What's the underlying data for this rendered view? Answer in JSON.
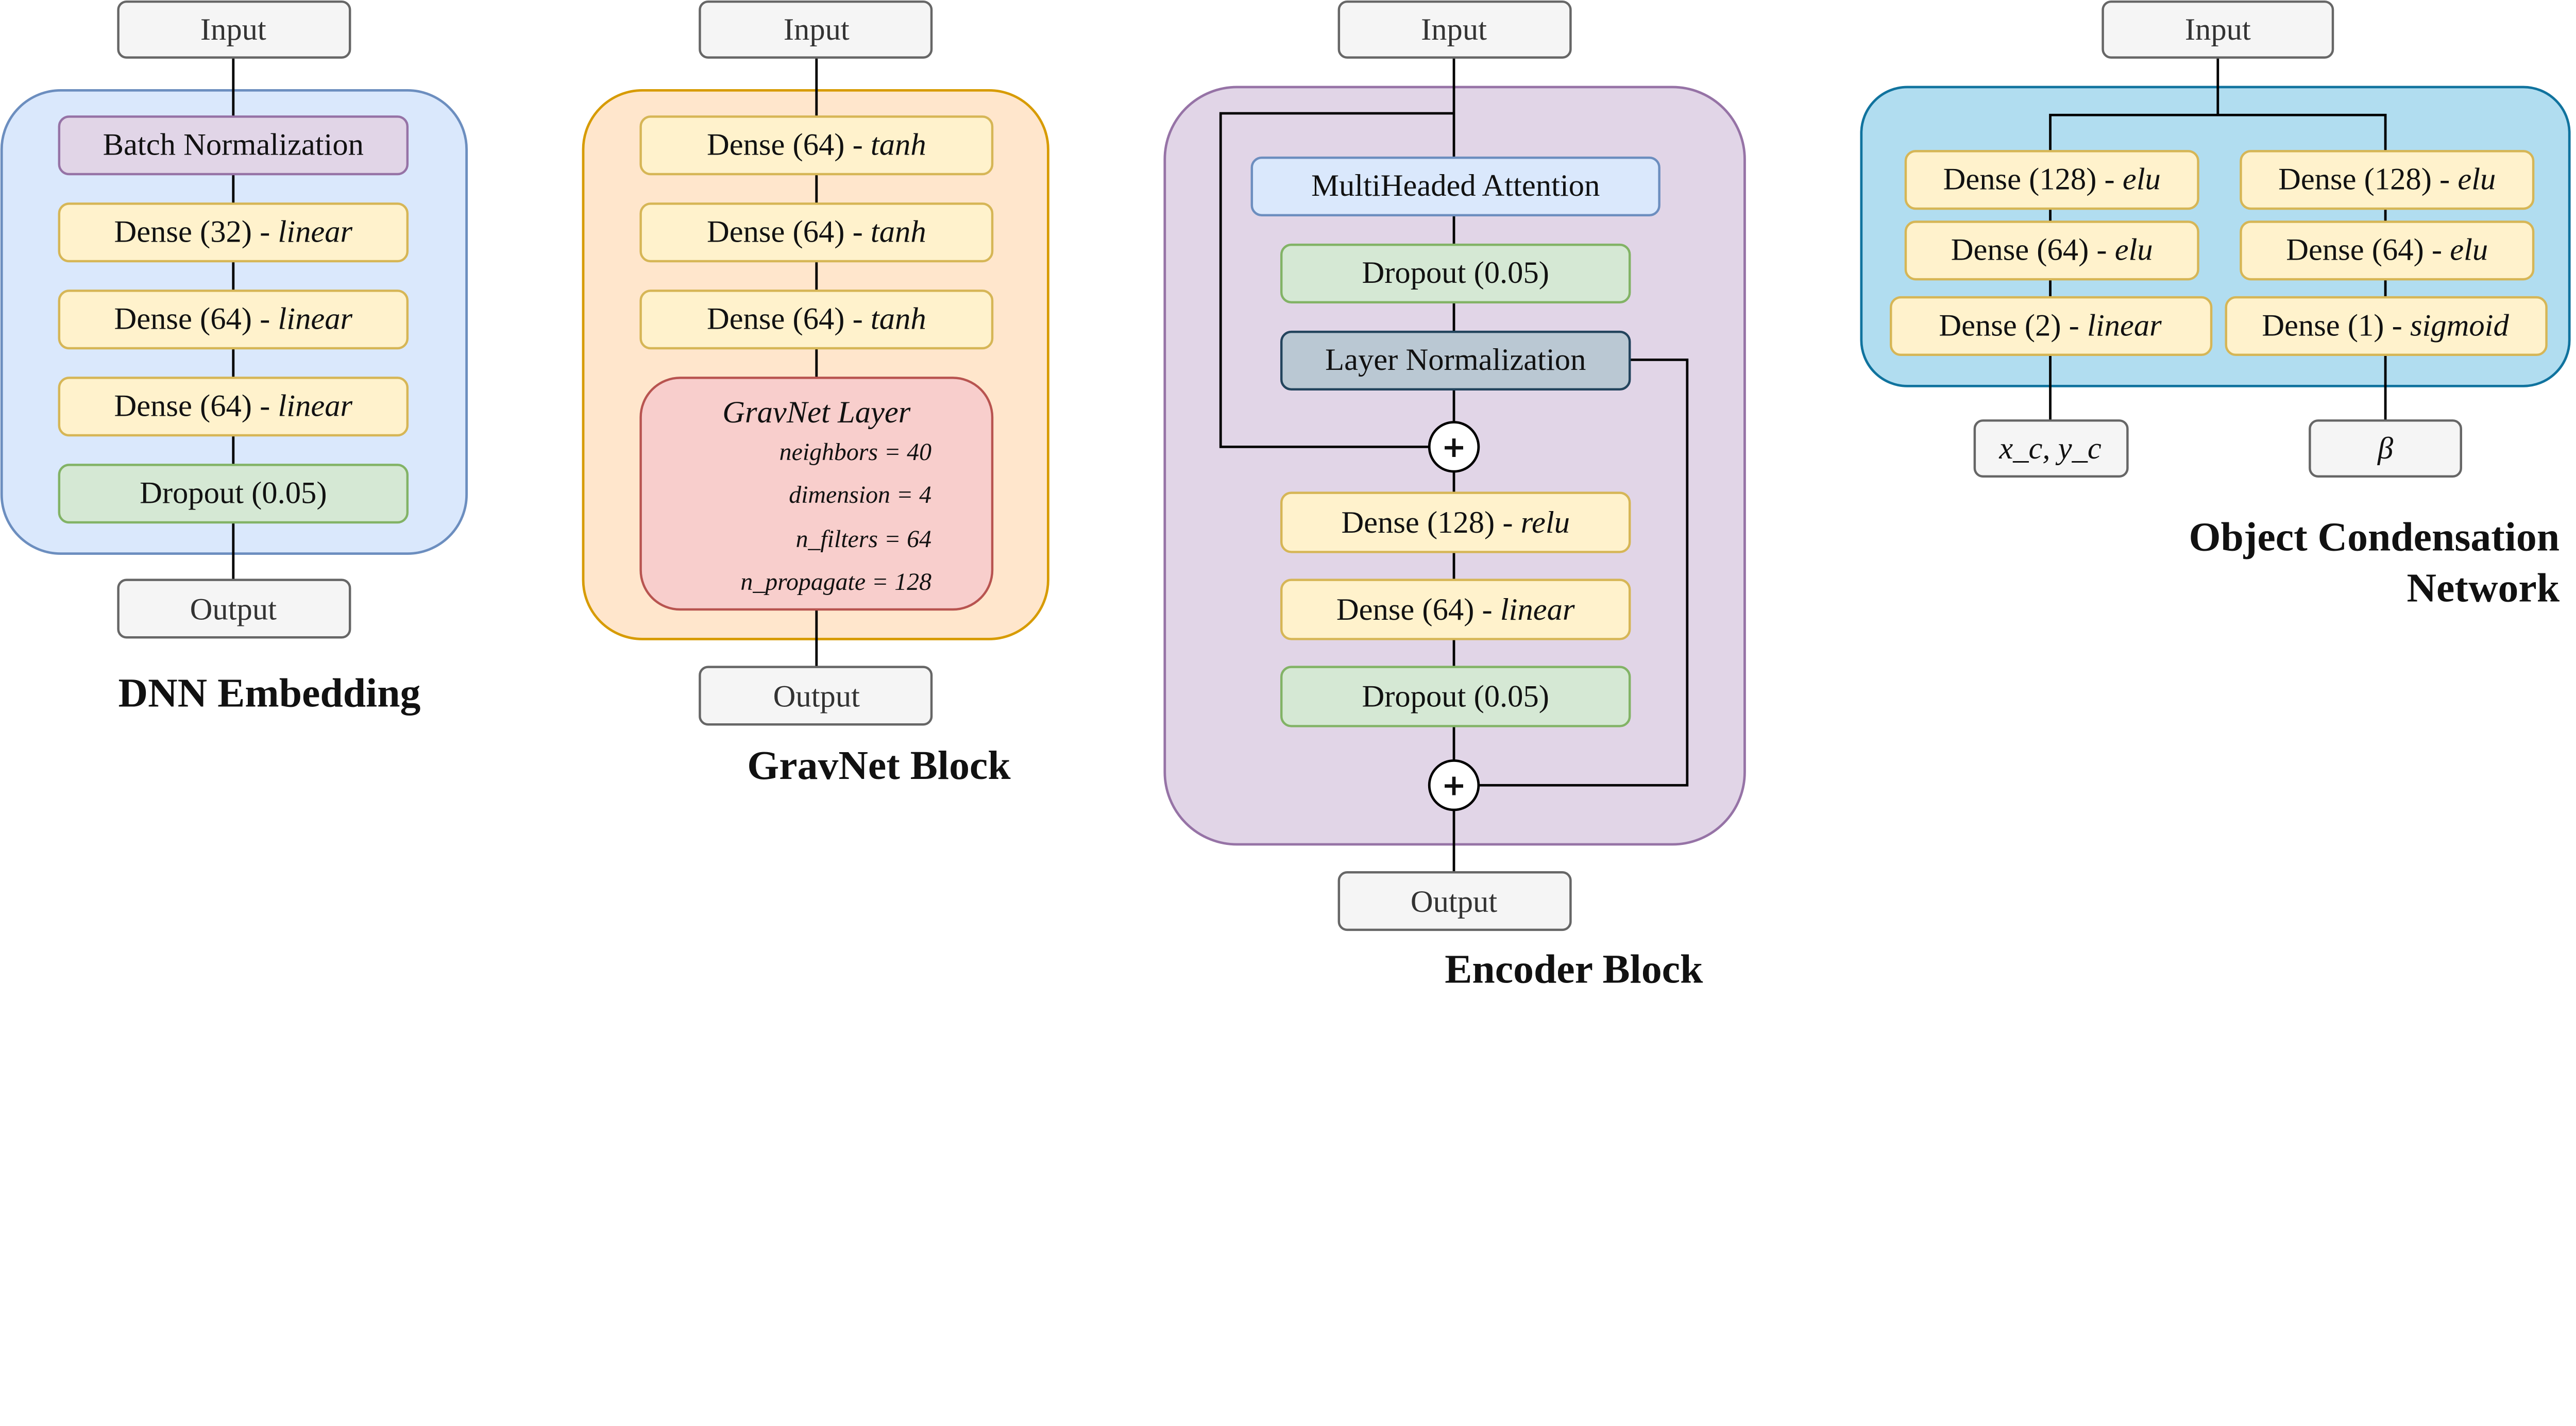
{
  "dnn": {
    "title": "DNN Embedding",
    "input": "Input",
    "output": "Output",
    "layers": [
      {
        "text": "Batch Normalization",
        "act": ""
      },
      {
        "text": "Dense (32) - ",
        "act": "linear"
      },
      {
        "text": "Dense (64) - ",
        "act": "linear"
      },
      {
        "text": "Dense (64) - ",
        "act": "linear"
      },
      {
        "text": "Dropout (0.05)",
        "act": ""
      }
    ]
  },
  "gravnet": {
    "title": "GravNet Block",
    "input": "Input",
    "output": "Output",
    "layers": [
      {
        "text": "Dense (64) - ",
        "act": "tanh"
      },
      {
        "text": "Dense (64) - ",
        "act": "tanh"
      },
      {
        "text": "Dense (64) - ",
        "act": "tanh"
      }
    ],
    "gravnet_layer": {
      "title": "GravNet Layer",
      "params": [
        "neighbors = 40",
        "dimension = 4",
        "n_filters = 64",
        "n_propagate = 128"
      ]
    }
  },
  "encoder": {
    "title": "Encoder Block",
    "input": "Input",
    "output": "Output",
    "plus": "+",
    "layers": [
      {
        "text": "MultiHeaded Attention",
        "act": ""
      },
      {
        "text": "Dropout (0.05)",
        "act": ""
      },
      {
        "text": "Layer Normalization",
        "act": ""
      },
      {
        "text": "Dense (128) - ",
        "act": "relu"
      },
      {
        "text": "Dense (64) - ",
        "act": "linear"
      },
      {
        "text": "Dropout (0.05)",
        "act": ""
      }
    ]
  },
  "oc": {
    "title_line1": "Object Condensation",
    "title_line2": "Network",
    "input": "Input",
    "left": [
      {
        "text": "Dense (128) - ",
        "act": "elu"
      },
      {
        "text": "Dense (64) - ",
        "act": "elu"
      },
      {
        "text": "Dense (2) - ",
        "act": "linear"
      }
    ],
    "right": [
      {
        "text": "Dense (128) - ",
        "act": "elu"
      },
      {
        "text": "Dense (64) - ",
        "act": "elu"
      },
      {
        "text": "Dense (1) - ",
        "act": "sigmoid"
      }
    ],
    "out_left": "x_c, y_c",
    "out_right": "β"
  },
  "colors": {
    "dnn_container": "#dae8fc",
    "gravnet_container": "#ffe6cc",
    "encoder_container": "#e1d5e7",
    "oc_container": "#b1ddf0",
    "dense": "#fff2cc",
    "dropout": "#d5e8d4",
    "gravnet_layer": "#f8cecc"
  }
}
